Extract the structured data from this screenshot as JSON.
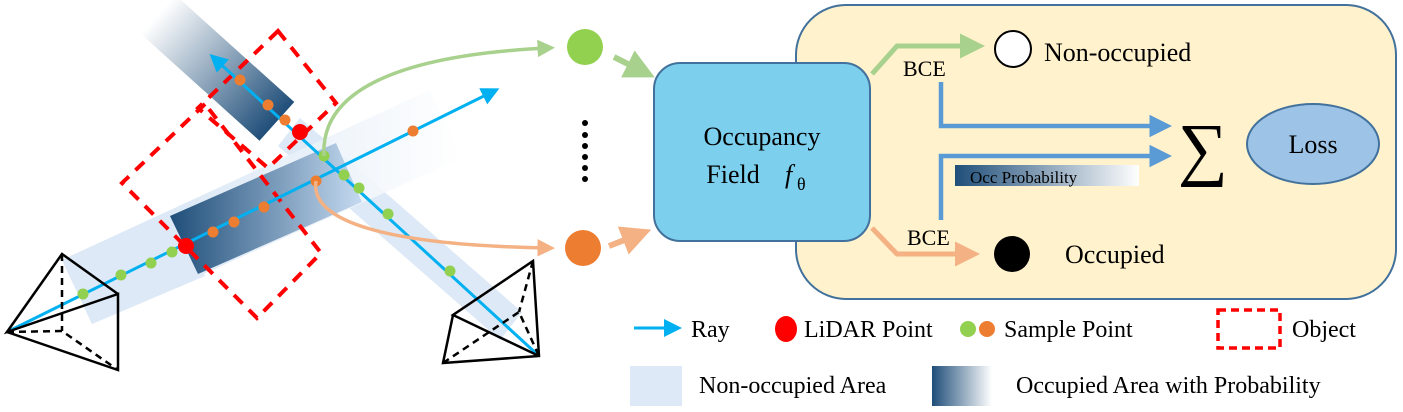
{
  "diagram": {
    "field_box": {
      "line1": "Occupancy",
      "line2": "Field",
      "symbol": "f",
      "subscript": "θ"
    },
    "loss_panel": {
      "bce_top": "BCE",
      "bce_bottom": "BCE",
      "non_occupied_label": "Non-occupied",
      "occupied_label": "Occupied",
      "occ_probability_label": "Occ Probability",
      "sum_symbol": "∑",
      "loss_label": "Loss"
    },
    "ellipsis": "⋮"
  },
  "legend": {
    "ray": "Ray",
    "lidar_point": "LiDAR Point",
    "sample_point": "Sample Point",
    "object": "Object",
    "non_occupied_area": "Non-occupied Area",
    "occupied_area": "Occupied Area with Probability"
  },
  "colors": {
    "ray": "#00b0f0",
    "lidar_point": "#ff0000",
    "sample_green": "#92d050",
    "sample_orange": "#ed7d31",
    "object_dash": "#ff0000",
    "non_occupied_area": "#dde9f6",
    "occupied_dark": "#1f4e79",
    "field_box": "#7ccfed",
    "loss_panel": "#fff2cc",
    "loss_ellipse": "#9dc3e6",
    "arrow_green": "#a9d18e",
    "arrow_orange": "#f4b183",
    "arrow_blue": "#5b9bd5"
  }
}
